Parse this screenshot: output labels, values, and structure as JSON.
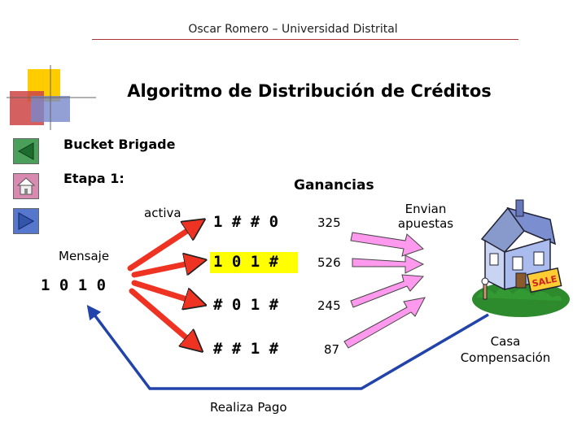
{
  "header": {
    "text": "Oscar Romero – Universidad Distrital"
  },
  "title": "Algoritmo de Distribución de Créditos",
  "subtitle": "Bucket Brigade",
  "stage": "Etapa 1:",
  "earnings_header": "Ganancias",
  "activa_label": "activa",
  "message_label": "Mensaje",
  "message_bits": "1 0 1 0",
  "rules": [
    {
      "condition": "1 # # 0",
      "bid": "325"
    },
    {
      "condition": "1 0 1 #",
      "bid": "526"
    },
    {
      "condition": "# 0 1 #",
      "bid": "245"
    },
    {
      "condition": "# # 1 #",
      "bid": "87"
    }
  ],
  "bids_label": [
    "Envian",
    "apuestas"
  ],
  "clearing_label": [
    "Casa",
    "Compensación"
  ],
  "payment_label": "Realiza Pago",
  "colors": {
    "highlight": "#ffff00",
    "arrow_red": "#ee3322",
    "arrow_pink": "#ff99ee",
    "cycle_blue": "#2244aa"
  },
  "nav_icons": [
    "back-arrow-icon",
    "home-icon",
    "forward-arrow-icon"
  ]
}
